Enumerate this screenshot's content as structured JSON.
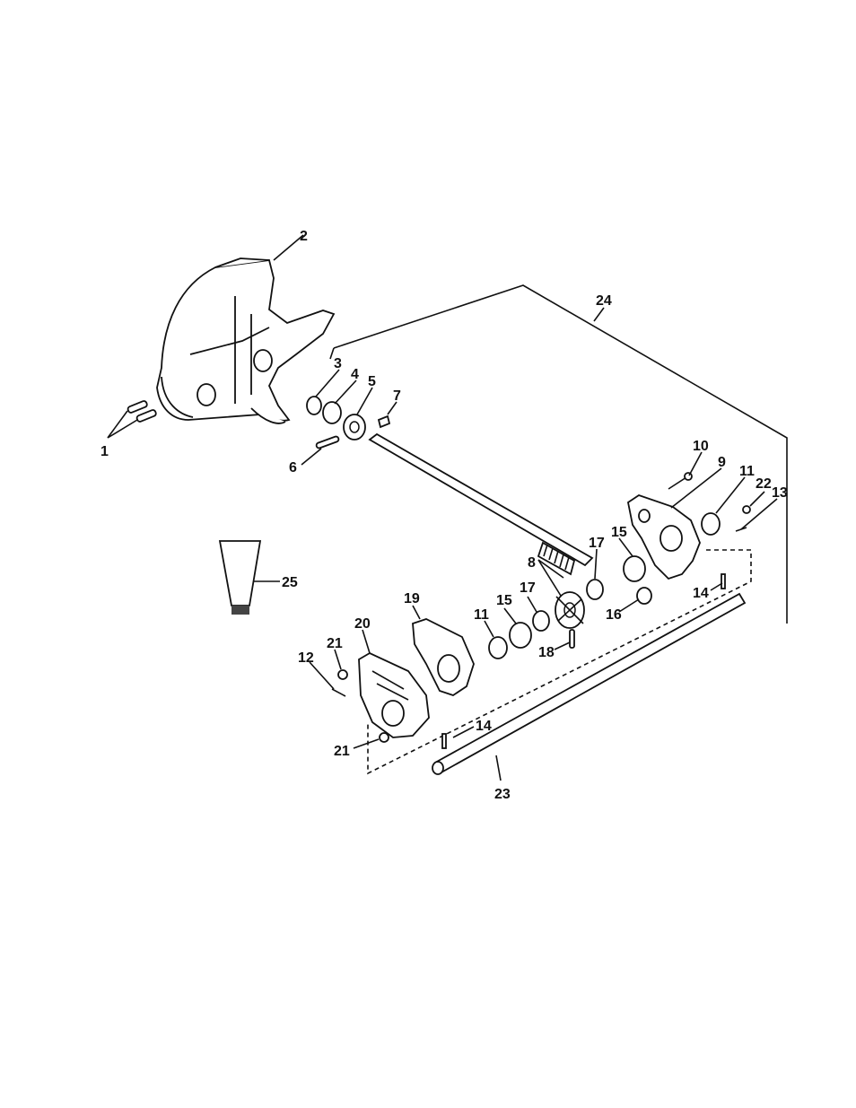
{
  "diagram": {
    "callouts": [
      {
        "id": "c1",
        "text": "1"
      },
      {
        "id": "c2",
        "text": "2"
      },
      {
        "id": "c3",
        "text": "3"
      },
      {
        "id": "c4",
        "text": "4"
      },
      {
        "id": "c5",
        "text": "5"
      },
      {
        "id": "c6",
        "text": "6"
      },
      {
        "id": "c7",
        "text": "7"
      },
      {
        "id": "c8",
        "text": "8"
      },
      {
        "id": "c9",
        "text": "9"
      },
      {
        "id": "c10",
        "text": "10"
      },
      {
        "id": "c11a",
        "text": "11"
      },
      {
        "id": "c11b",
        "text": "11"
      },
      {
        "id": "c12",
        "text": "12"
      },
      {
        "id": "c13",
        "text": "13"
      },
      {
        "id": "c14a",
        "text": "14"
      },
      {
        "id": "c14b",
        "text": "14"
      },
      {
        "id": "c15a",
        "text": "15"
      },
      {
        "id": "c15b",
        "text": "15"
      },
      {
        "id": "c16",
        "text": "16"
      },
      {
        "id": "c17a",
        "text": "17"
      },
      {
        "id": "c17b",
        "text": "17"
      },
      {
        "id": "c18",
        "text": "18"
      },
      {
        "id": "c19",
        "text": "19"
      },
      {
        "id": "c20",
        "text": "20"
      },
      {
        "id": "c21a",
        "text": "21"
      },
      {
        "id": "c21b",
        "text": "21"
      },
      {
        "id": "c22",
        "text": "22"
      },
      {
        "id": "c23",
        "text": "23"
      },
      {
        "id": "c24",
        "text": "24"
      },
      {
        "id": "c25",
        "text": "25"
      }
    ],
    "colors": {
      "ink": "#111111",
      "background": "#ffffff"
    }
  }
}
